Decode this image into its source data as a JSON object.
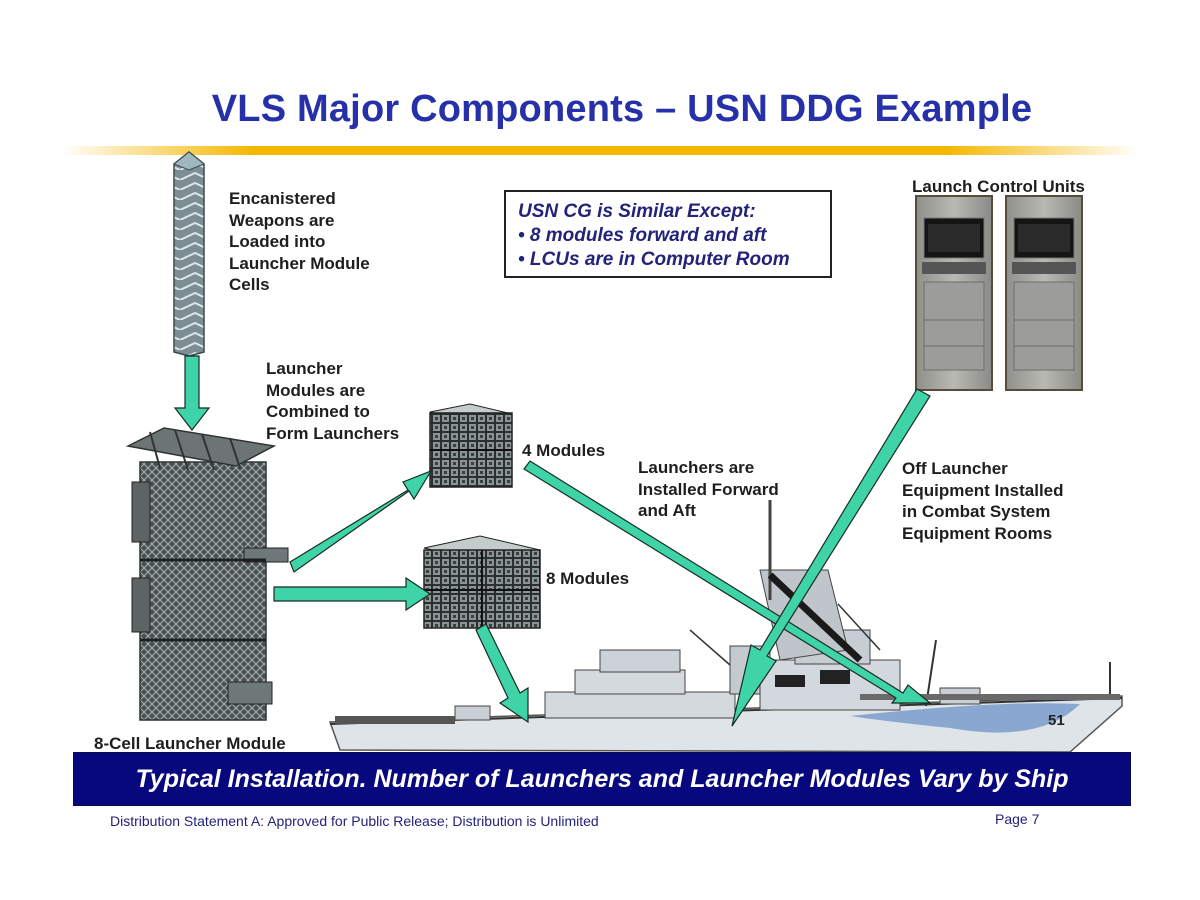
{
  "slide": {
    "title": "VLS Major Components – USN DDG Example",
    "page_label": "Page 7",
    "footer": "Distribution Statement A: Approved for Public Release; Distribution is Unlimited",
    "banner": "Typical Installation. Number of Launchers and Launcher Modules Vary by Ship",
    "hull_number": "51"
  },
  "labels": {
    "encanistered": [
      "Encanistered",
      "Weapons are",
      "Loaded into",
      "Launcher Module",
      "Cells"
    ],
    "modules_combined": [
      "Launcher",
      "Modules are",
      "Combined to",
      "Form Launchers"
    ],
    "four_modules": "4 Modules",
    "eight_modules": "8 Modules",
    "installed": [
      "Launchers are",
      "Installed Forward",
      "and Aft"
    ],
    "off_launcher": [
      "Off Launcher",
      "Equipment Installed",
      "in Combat System",
      "Equipment Rooms"
    ],
    "launch_control_units": "Launch Control Units",
    "eight_cell_module": "8-Cell Launcher Module"
  },
  "note": {
    "heading": "USN CG is Similar Except:",
    "bullets": [
      "• 8 modules forward and aft",
      "• LCUs are in Computer Room"
    ]
  },
  "colors": {
    "title": "#2630a8",
    "accent_rule": "#f5b700",
    "arrow": "#3ed4a8",
    "banner_bg": "#07077e",
    "note_text": "#23237a"
  }
}
